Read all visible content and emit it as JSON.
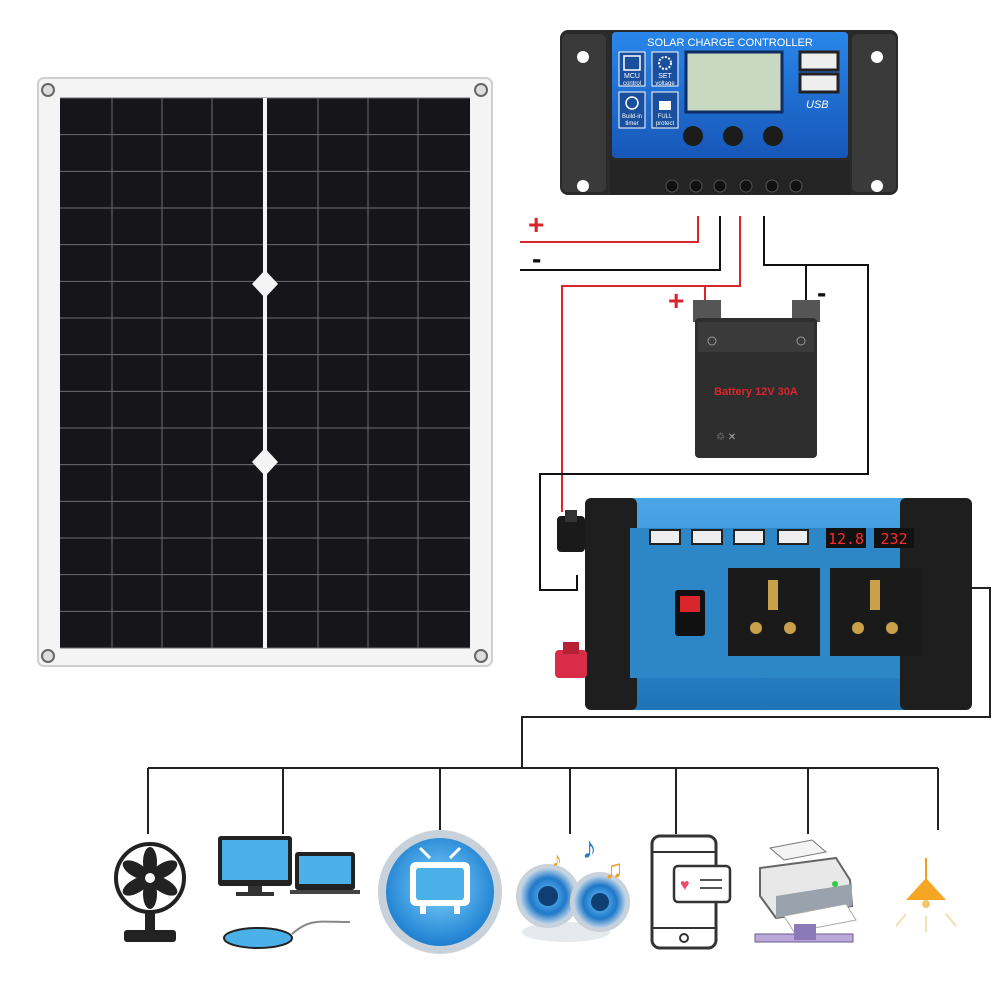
{
  "controller": {
    "title": "SOLAR CHARGE CONTROLLER",
    "btn_mcu": "MCU",
    "btn_mcu_sub": "control",
    "btn_set": "SET",
    "btn_set_sub": "voltage",
    "btn_build": "Build-in",
    "btn_build_sub": "timer",
    "btn_full": "FULL",
    "btn_full_sub": "protect",
    "usb_label": "USB"
  },
  "wiring": {
    "pv_plus": "+",
    "pv_minus": "-",
    "bat_plus": "+",
    "bat_minus": "-"
  },
  "battery": {
    "label": "Battery  12V 30A"
  },
  "inverter": {
    "display_voltage": "12.8",
    "display_output": "232"
  },
  "colors": {
    "controller_blue": "#1d6fd6",
    "inverter_blue": "#2f8fd4",
    "panel_cell": "#111114",
    "wire_positive": "#d9262c",
    "wire_negative": "#111111",
    "display_red": "#ff2a2a"
  },
  "loads": [
    {
      "icon": "fan-icon"
    },
    {
      "icon": "computer-icon"
    },
    {
      "icon": "tv-icon"
    },
    {
      "icon": "speaker-icon"
    },
    {
      "icon": "phone-icon"
    },
    {
      "icon": "printer-icon"
    },
    {
      "icon": "lamp-icon"
    }
  ]
}
